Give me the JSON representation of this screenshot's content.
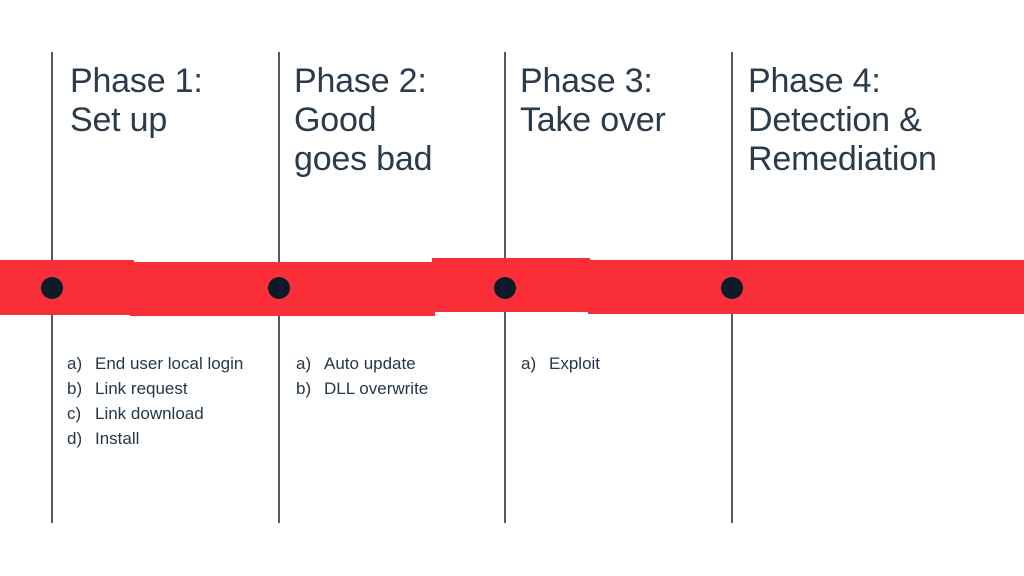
{
  "slide": {
    "background": "#ffffff",
    "colors": {
      "band_red": "#f92e36",
      "title_ink": "#2a3b4c",
      "body_ink": "#253749",
      "divider_line": "#4d5c6b",
      "node_dot": "#0d1b28"
    }
  },
  "phases": [
    {
      "title_lines": [
        "Phase 1:",
        "Set up"
      ],
      "items": [
        {
          "marker": "a)",
          "text": "End user local login"
        },
        {
          "marker": "b)",
          "text": "Link request"
        },
        {
          "marker": "c)",
          "text": "Link download"
        },
        {
          "marker": "d)",
          "text": "Install"
        }
      ]
    },
    {
      "title_lines": [
        "Phase 2:",
        "Good",
        "goes bad"
      ],
      "items": [
        {
          "marker": "a)",
          "text": "Auto update"
        },
        {
          "marker": "b)",
          "text": "DLL overwrite"
        }
      ]
    },
    {
      "title_lines": [
        "Phase 3:",
        "Take over"
      ],
      "items": [
        {
          "marker": "a)",
          "text": "Exploit"
        }
      ]
    },
    {
      "title_lines": [
        "Phase 4:",
        "Detection &",
        "Remediation"
      ],
      "items": []
    }
  ]
}
